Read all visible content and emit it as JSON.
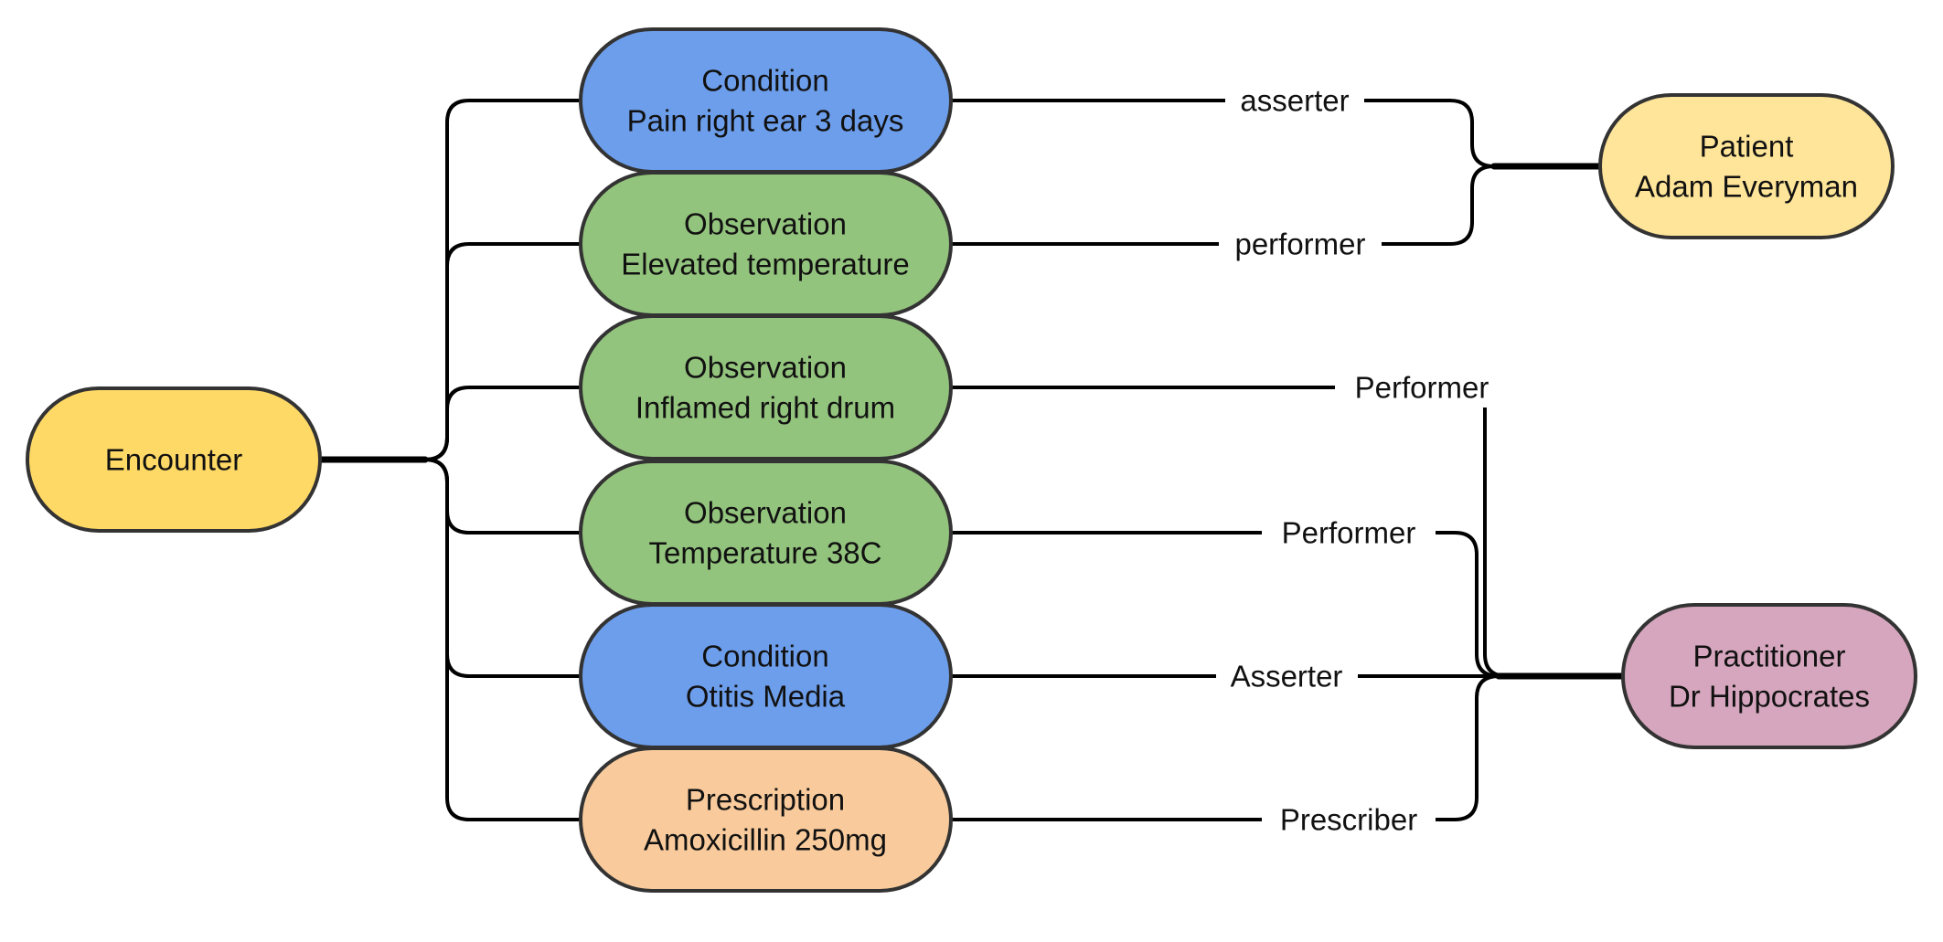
{
  "colors": {
    "encounter": "#ffd966",
    "condition": "#6d9eeb",
    "observation": "#93c47d",
    "prescription": "#f9cb9c",
    "patient": "#ffe599",
    "practitioner": "#d5a6bd"
  },
  "nodes": {
    "encounter": {
      "line1": "Encounter"
    },
    "condition_pain": {
      "line1": "Condition",
      "line2": "Pain right ear 3 days"
    },
    "observation_elevated": {
      "line1": "Observation",
      "line2": "Elevated temperature"
    },
    "observation_inflamed": {
      "line1": "Observation",
      "line2": "Inflamed right drum"
    },
    "observation_temperature": {
      "line1": "Observation",
      "line2": "Temperature 38C"
    },
    "condition_otitis": {
      "line1": "Condition",
      "line2": "Otitis Media"
    },
    "prescription": {
      "line1": "Prescription",
      "line2": "Amoxicillin 250mg"
    },
    "patient": {
      "line1": "Patient",
      "line2": "Adam Everyman"
    },
    "practitioner": {
      "line1": "Practitioner",
      "line2": "Dr Hippocrates"
    }
  },
  "edge_labels": {
    "asserter": "asserter",
    "performer_patient": "performer",
    "performer_inflamed": "Performer",
    "performer_temperature": "Performer",
    "asserter_otitis": "Asserter",
    "prescriber": "Prescriber"
  }
}
